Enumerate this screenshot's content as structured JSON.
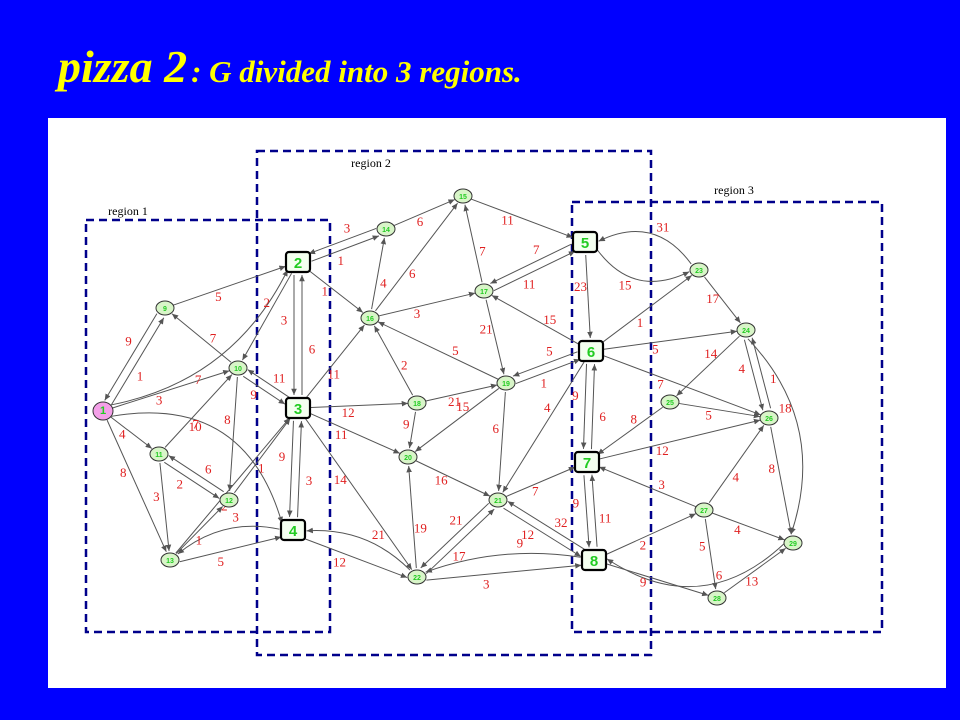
{
  "title": {
    "main": "pizza 2",
    "sub": ": G divided into 3 regions."
  },
  "colors": {
    "background": "#0000FF",
    "title": "#FFFF00",
    "region_border": "#00008B",
    "edge": "#555555",
    "edge_label": "#E02020",
    "node_label": "#22CC22",
    "node_fill": "#D8F5C8",
    "source_fill": "#F4A0E8"
  },
  "regions": [
    {
      "label": "region 1"
    },
    {
      "label": "region 2"
    },
    {
      "label": "region 3"
    }
  ],
  "nodes": [
    "1",
    "2",
    "3",
    "4",
    "5",
    "6",
    "7",
    "8",
    "9",
    "10",
    "11",
    "12",
    "13",
    "14",
    "15",
    "16",
    "17",
    "18",
    "19",
    "20",
    "21",
    "22",
    "23",
    "24",
    "25",
    "26",
    "27",
    "28",
    "29"
  ],
  "edges": [
    {
      "from": "1",
      "to": "9",
      "label": "1"
    },
    {
      "from": "9",
      "to": "1",
      "label": "9"
    },
    {
      "from": "1",
      "to": "10",
      "label": "3"
    },
    {
      "from": "1",
      "to": "11",
      "label": "4"
    },
    {
      "from": "1",
      "to": "13",
      "label": "8"
    },
    {
      "from": "1",
      "to": "2",
      "label": "7"
    },
    {
      "from": "1",
      "to": "4",
      "label": "10"
    },
    {
      "from": "9",
      "to": "2",
      "label": "5"
    },
    {
      "from": "10",
      "to": "9",
      "label": "7"
    },
    {
      "from": "11",
      "to": "10",
      "label": "7"
    },
    {
      "from": "10",
      "to": "12",
      "label": "8"
    },
    {
      "from": "11",
      "to": "12",
      "label": "2"
    },
    {
      "from": "12",
      "to": "11",
      "label": "6"
    },
    {
      "from": "11",
      "to": "13",
      "label": "3"
    },
    {
      "from": "13",
      "to": "12",
      "label": "1"
    },
    {
      "from": "13",
      "to": "4",
      "label": "5"
    },
    {
      "from": "4",
      "to": "13",
      "label": "3"
    },
    {
      "from": "2",
      "to": "10",
      "label": "2"
    },
    {
      "from": "10",
      "to": "3",
      "label": "9"
    },
    {
      "from": "3",
      "to": "10",
      "label": "11"
    },
    {
      "from": "12",
      "to": "3",
      "label": "1"
    },
    {
      "from": "13",
      "to": "3",
      "label": "2"
    },
    {
      "from": "2",
      "to": "3",
      "label": "3"
    },
    {
      "from": "3",
      "to": "2",
      "label": "6"
    },
    {
      "from": "3",
      "to": "4",
      "label": "9"
    },
    {
      "from": "2",
      "to": "14",
      "label": "1"
    },
    {
      "from": "14",
      "to": "2",
      "label": "3"
    },
    {
      "from": "2",
      "to": "16",
      "label": "1"
    },
    {
      "from": "3",
      "to": "16",
      "label": "11"
    },
    {
      "from": "3",
      "to": "18",
      "label": "12"
    },
    {
      "from": "3",
      "to": "20",
      "label": "11"
    },
    {
      "from": "3",
      "to": "22",
      "label": "14"
    },
    {
      "from": "4",
      "to": "3",
      "label": "3"
    },
    {
      "from": "4",
      "to": "22",
      "label": "12"
    },
    {
      "from": "22",
      "to": "4",
      "label": "21"
    },
    {
      "from": "14",
      "to": "15",
      "label": "6"
    },
    {
      "from": "16",
      "to": "14",
      "label": "4"
    },
    {
      "from": "16",
      "to": "15",
      "label": "6"
    },
    {
      "from": "15",
      "to": "5",
      "label": "11"
    },
    {
      "from": "17",
      "to": "15",
      "label": "7"
    },
    {
      "from": "16",
      "to": "17",
      "label": "3"
    },
    {
      "from": "5",
      "to": "17",
      "label": "7"
    },
    {
      "from": "17",
      "to": "5",
      "label": "11"
    },
    {
      "from": "6",
      "to": "17",
      "label": "15"
    },
    {
      "from": "17",
      "to": "19",
      "label": "21"
    },
    {
      "from": "19",
      "to": "16",
      "label": "5"
    },
    {
      "from": "18",
      "to": "16",
      "label": "2"
    },
    {
      "from": "18",
      "to": "19",
      "label": "21"
    },
    {
      "from": "19",
      "to": "6",
      "label": "1"
    },
    {
      "from": "6",
      "to": "19",
      "label": "5"
    },
    {
      "from": "18",
      "to": "20",
      "label": "9"
    },
    {
      "from": "19",
      "to": "20",
      "label": "15"
    },
    {
      "from": "19",
      "to": "21",
      "label": "6"
    },
    {
      "from": "20",
      "to": "21",
      "label": "16"
    },
    {
      "from": "6",
      "to": "21",
      "label": "4"
    },
    {
      "from": "21",
      "to": "7",
      "label": "7"
    },
    {
      "from": "21",
      "to": "8",
      "label": "12"
    },
    {
      "from": "8",
      "to": "21",
      "label": "32"
    },
    {
      "from": "22",
      "to": "20",
      "label": "19"
    },
    {
      "from": "22",
      "to": "21",
      "label": "17"
    },
    {
      "from": "21",
      "to": "22",
      "label": "21"
    },
    {
      "from": "22",
      "to": "8",
      "label": "3"
    },
    {
      "from": "8",
      "to": "22",
      "label": "9"
    },
    {
      "from": "5",
      "to": "6",
      "label": "23"
    },
    {
      "from": "5",
      "to": "23",
      "label": "15"
    },
    {
      "from": "23",
      "to": "5",
      "label": "31"
    },
    {
      "from": "6",
      "to": "23",
      "label": "1"
    },
    {
      "from": "6",
      "to": "24",
      "label": "5"
    },
    {
      "from": "6",
      "to": "7",
      "label": "9"
    },
    {
      "from": "7",
      "to": "6",
      "label": "6"
    },
    {
      "from": "6",
      "to": "26",
      "label": "7"
    },
    {
      "from": "7",
      "to": "8",
      "label": "9"
    },
    {
      "from": "8",
      "to": "7",
      "label": "11"
    },
    {
      "from": "25",
      "to": "7",
      "label": "8"
    },
    {
      "from": "7",
      "to": "26",
      "label": "12"
    },
    {
      "from": "27",
      "to": "7",
      "label": "3"
    },
    {
      "from": "23",
      "to": "24",
      "label": "17"
    },
    {
      "from": "24",
      "to": "25",
      "label": "14"
    },
    {
      "from": "24",
      "to": "26",
      "label": "4"
    },
    {
      "from": "26",
      "to": "24",
      "label": "1"
    },
    {
      "from": "25",
      "to": "26",
      "label": "5"
    },
    {
      "from": "24",
      "to": "29",
      "label": "18"
    },
    {
      "from": "27",
      "to": "26",
      "label": "4"
    },
    {
      "from": "26",
      "to": "29",
      "label": "8"
    },
    {
      "from": "8",
      "to": "27",
      "label": "2"
    },
    {
      "from": "27",
      "to": "29",
      "label": "4"
    },
    {
      "from": "27",
      "to": "28",
      "label": "5"
    },
    {
      "from": "8",
      "to": "28",
      "label": "9"
    },
    {
      "from": "28",
      "to": "29",
      "label": "13"
    },
    {
      "from": "29",
      "to": "8",
      "label": "6"
    }
  ]
}
